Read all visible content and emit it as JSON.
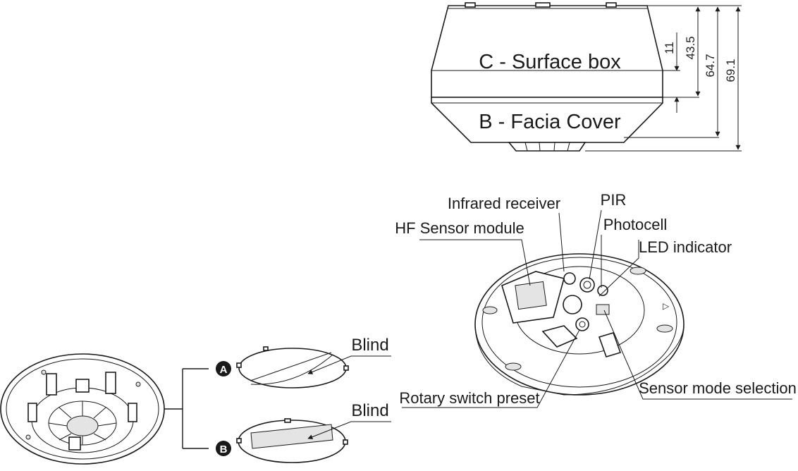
{
  "side_view": {
    "surface_box_label": "C - Surface box",
    "facia_cover_label": "B - Facia Cover",
    "dimensions": [
      "11",
      "43.5",
      "64.7",
      "69.1"
    ]
  },
  "sensor_callouts": {
    "infrared_receiver": "Infrared receiver",
    "pir": "PIR",
    "hf_sensor_module": "HF Sensor module",
    "photocell": "Photocell",
    "led_indicator": "LED indicator",
    "rotary_switch_preset": "Rotary switch preset",
    "sensor_mode_selection": "Sensor mode selection"
  },
  "blinds": {
    "option_a_marker": "A",
    "option_b_marker": "B",
    "blind_a_label": "Blind",
    "blind_b_label": "Blind"
  }
}
